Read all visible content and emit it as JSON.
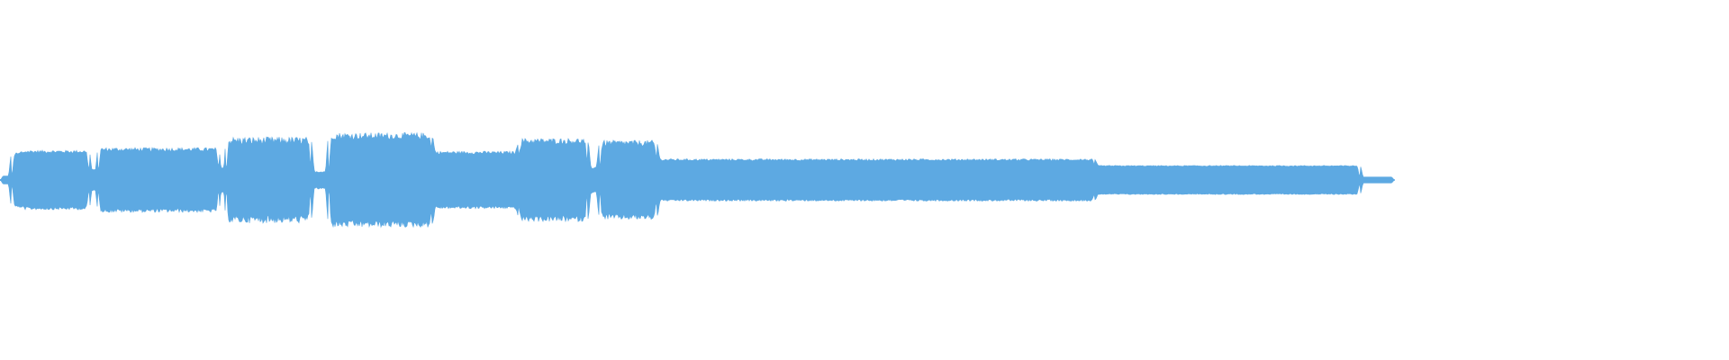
{
  "waveform": {
    "color": "#5DA9E2",
    "background": "#FFFFFF",
    "duration_seconds": 30,
    "audio_ends_seconds": 24.2,
    "segments": [
      {
        "start": 0.0,
        "end": 0.2,
        "amp": 0.04,
        "jitter": 0.0
      },
      {
        "start": 0.2,
        "end": 0.38,
        "amp": 0.26,
        "jitter": 0.02
      },
      {
        "start": 0.38,
        "end": 1.55,
        "amp": 0.28,
        "jitter": 0.03
      },
      {
        "start": 1.55,
        "end": 1.7,
        "amp": 0.1,
        "jitter": 0.01
      },
      {
        "start": 1.7,
        "end": 3.8,
        "amp": 0.3,
        "jitter": 0.04
      },
      {
        "start": 3.8,
        "end": 3.92,
        "amp": 0.12,
        "jitter": 0.01
      },
      {
        "start": 3.92,
        "end": 5.4,
        "amp": 0.38,
        "jitter": 0.08
      },
      {
        "start": 5.4,
        "end": 5.7,
        "amp": 0.08,
        "jitter": 0.02
      },
      {
        "start": 5.7,
        "end": 7.5,
        "amp": 0.43,
        "jitter": 0.07
      },
      {
        "start": 7.5,
        "end": 9.0,
        "amp": 0.27,
        "jitter": 0.03
      },
      {
        "start": 9.0,
        "end": 10.2,
        "amp": 0.38,
        "jitter": 0.06
      },
      {
        "start": 10.2,
        "end": 10.4,
        "amp": 0.12,
        "jitter": 0.02
      },
      {
        "start": 10.4,
        "end": 11.4,
        "amp": 0.36,
        "jitter": 0.06
      },
      {
        "start": 11.4,
        "end": 19.0,
        "amp": 0.2,
        "jitter": 0.02
      },
      {
        "start": 19.0,
        "end": 23.6,
        "amp": 0.14,
        "jitter": 0.01
      },
      {
        "start": 23.6,
        "end": 24.2,
        "amp": 0.03,
        "jitter": 0.0
      }
    ]
  }
}
